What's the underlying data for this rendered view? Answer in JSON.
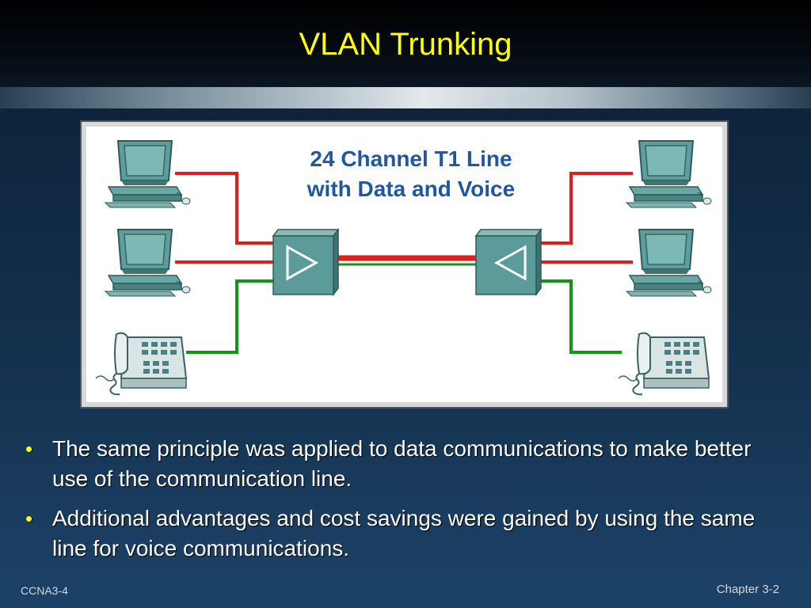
{
  "slide": {
    "title": "VLAN Trunking",
    "footer_left": "CCNA3-4",
    "footer_right": "Chapter 3-2"
  },
  "diagram": {
    "label_line1": "24 Channel T1 Line",
    "label_line2": "with Data and Voice",
    "icons": {
      "workstation": "desktop-computer-icon",
      "telephone": "desk-phone-icon",
      "multiplexer": "multiplexer-icon"
    },
    "colors": {
      "data_link": "#e01e1e",
      "voice_link": "#149614",
      "device": "#5b9c9a",
      "label": "#1f57a5"
    }
  },
  "bullets": [
    "The same principle was applied to data communications to make better use of the communication line.",
    "Additional advantages and cost savings were gained by using the same line for voice communications."
  ],
  "theme": {
    "title_color": "#ffff00",
    "bullet_color": "#ffff00",
    "text_color": "#ffffff"
  }
}
